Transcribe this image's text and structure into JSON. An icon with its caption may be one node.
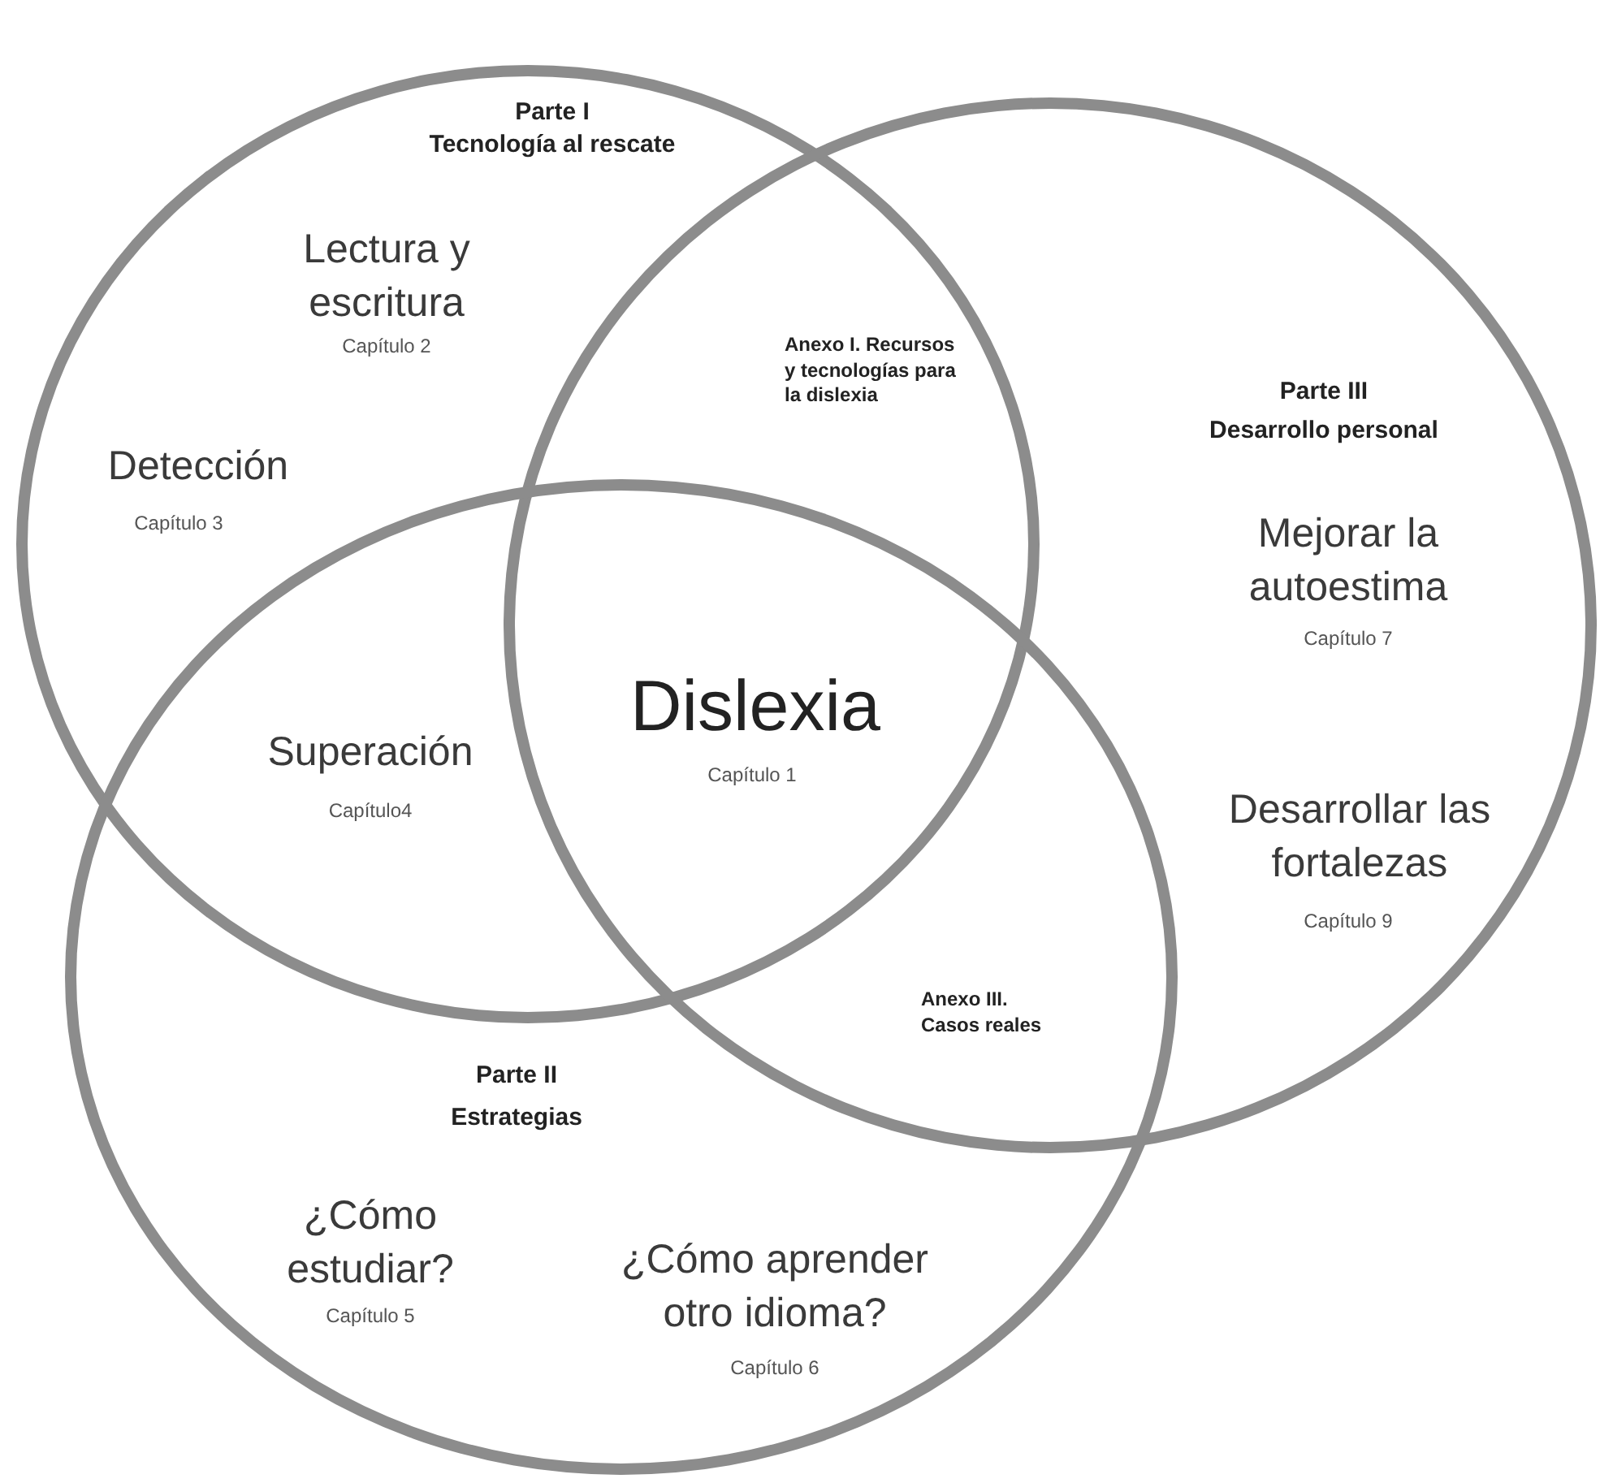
{
  "diagram": {
    "nodes": [
      {
        "text": [
          "Parte I",
          "Tecnología al rescate",
          "Lectura y escritura",
          "Capítulo 2",
          "Detección",
          "Capítulo 3"
        ]
      },
      {
        "text": [
          "Parte III",
          "Desarrollo personal",
          "Mejorar la autoestima",
          "Capítulo 7",
          "Desarrollar las fortalezas",
          "Capítulo 9"
        ]
      },
      {
        "text": [
          "Parte II",
          "Estrategias",
          "¿Cómo estudiar?",
          "Capítulo 5",
          "¿Cómo aprender otro idioma?",
          "Capítulo 6"
        ]
      }
    ],
    "labels": [
      "Anexo I. Recursos y tecnologías para la dislexia",
      "Dislexia",
      "Capítulo 1",
      "Superación",
      "Capítulo4",
      "Anexo III. Casos reales"
    ]
  }
}
